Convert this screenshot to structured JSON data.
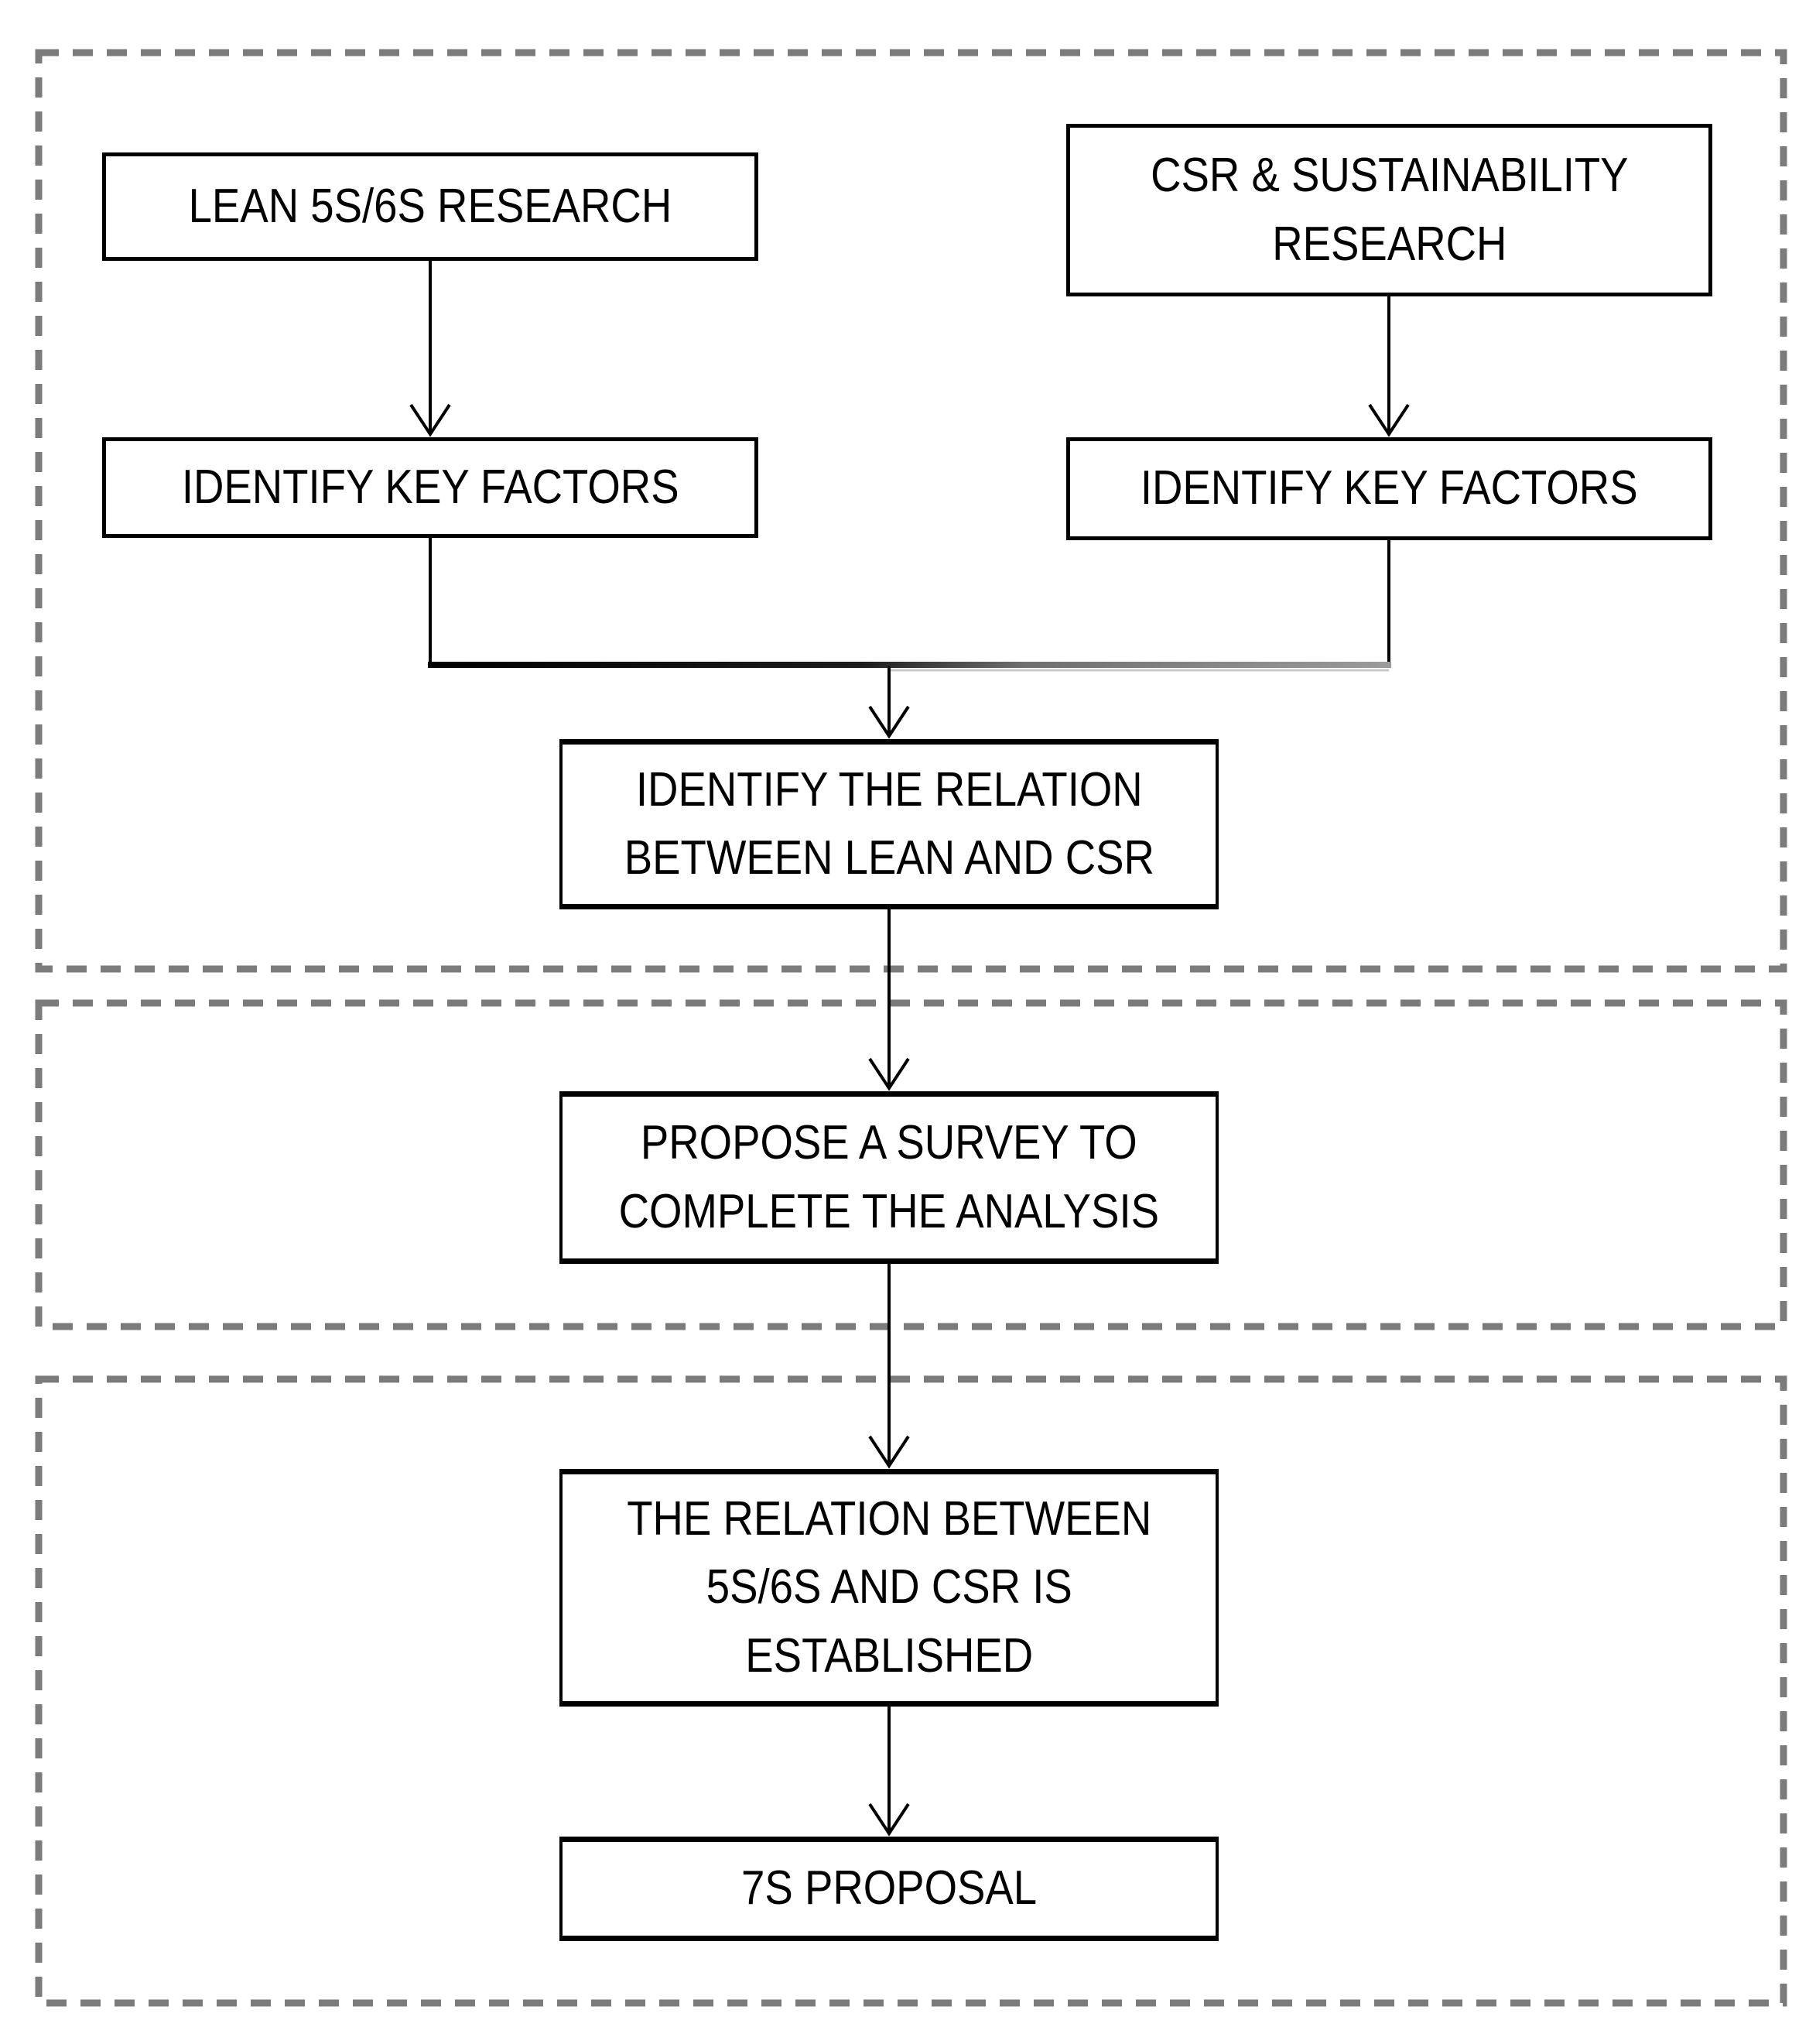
{
  "diagram": {
    "background_color": "#ffffff",
    "line_color": "#000000",
    "dashed_border_color": "#7b7b7b",
    "merge_bar_fade_color": "#9b9b9b",
    "nodes": {
      "lean_research": {
        "label": "LEAN 5S/6S RESEARCH"
      },
      "csr_research": {
        "label": "CSR & SUSTAINABILITY\nRESEARCH"
      },
      "identify_factors_left": {
        "label": "IDENTIFY KEY FACTORS"
      },
      "identify_factors_right": {
        "label": "IDENTIFY KEY FACTORS"
      },
      "identify_relation": {
        "label": "IDENTIFY THE RELATION\nBETWEEN LEAN AND CSR"
      },
      "propose_survey": {
        "label": "PROPOSE A SURVEY TO\nCOMPLETE THE ANALYSIS"
      },
      "relation_established": {
        "label": "THE RELATION BETWEEN\n5S/6S AND CSR IS\nESTABLISHED"
      },
      "proposal_7s": {
        "label": "7S PROPOSAL"
      }
    }
  }
}
